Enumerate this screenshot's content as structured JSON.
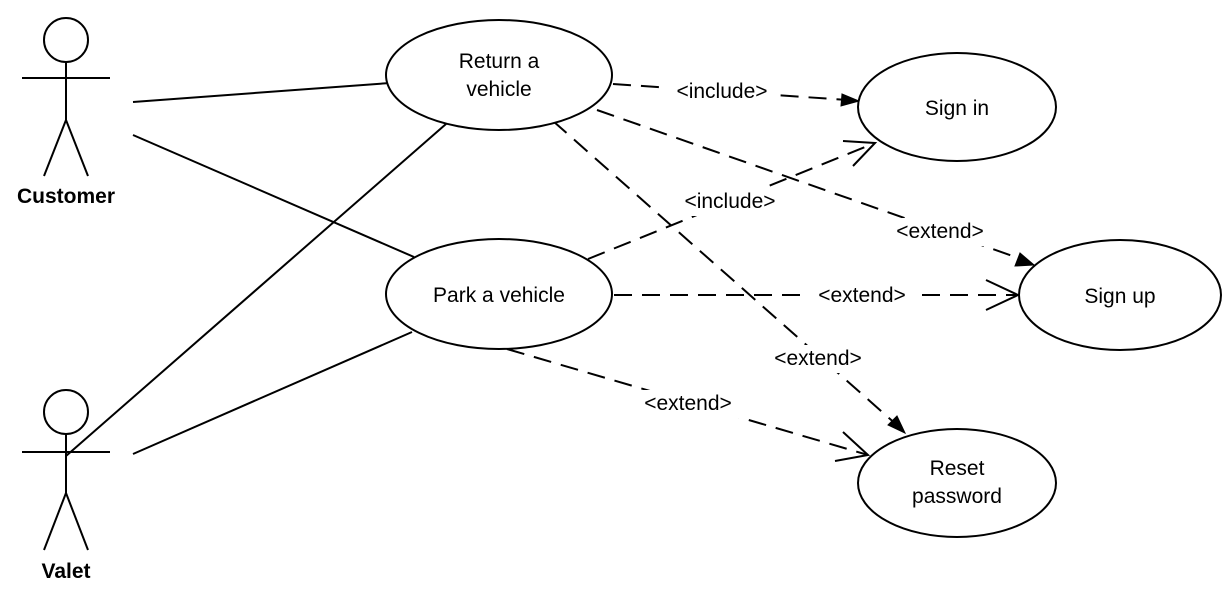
{
  "actors": {
    "customer": "Customer",
    "valet": "Valet"
  },
  "use_cases": {
    "return_vehicle": [
      "Return a",
      "vehicle"
    ],
    "park_vehicle": "Park a vehicle",
    "sign_in": "Sign in",
    "sign_up": "Sign up",
    "reset_password": [
      "Reset",
      "password"
    ]
  },
  "relations": {
    "return_include_signin": "<include>",
    "park_include_signin": "<include>",
    "return_extend_signup": "<extend>",
    "park_extend_signup": "<extend>",
    "return_extend_reset": "<extend>",
    "park_extend_reset": "<extend>"
  }
}
